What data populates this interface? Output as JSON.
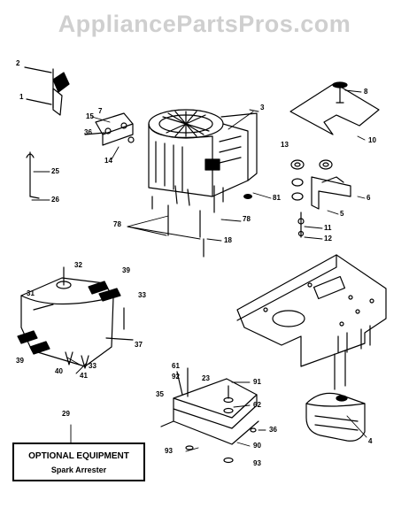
{
  "watermark": "AppliancePartsPros.com",
  "callouts": {
    "c1": "1",
    "c2": "2",
    "c3": "3",
    "c4": "4",
    "c5": "5",
    "c6": "6",
    "c7": "7",
    "c8": "8",
    "c10": "10",
    "c11": "11",
    "c12": "12",
    "c13": "13",
    "c14": "14",
    "c15": "15",
    "c18": "18",
    "c23": "23",
    "c25": "25",
    "c26": "26",
    "c29": "29",
    "c31": "31",
    "c32": "32",
    "c33a": "33",
    "c33b": "33",
    "c35": "35",
    "c36a": "36",
    "c36b": "36",
    "c37": "37",
    "c39a": "39",
    "c39b": "39",
    "c40": "40",
    "c41": "41",
    "c61": "61",
    "c62": "62",
    "c78a": "78",
    "c78b": "78",
    "c81": "81",
    "c90": "90",
    "c91": "91",
    "c92": "92",
    "c93a": "93",
    "c93b": "93"
  },
  "optional_box": {
    "title": "OPTIONAL EQUIPMENT",
    "subtitle": "Spark Arrester"
  }
}
